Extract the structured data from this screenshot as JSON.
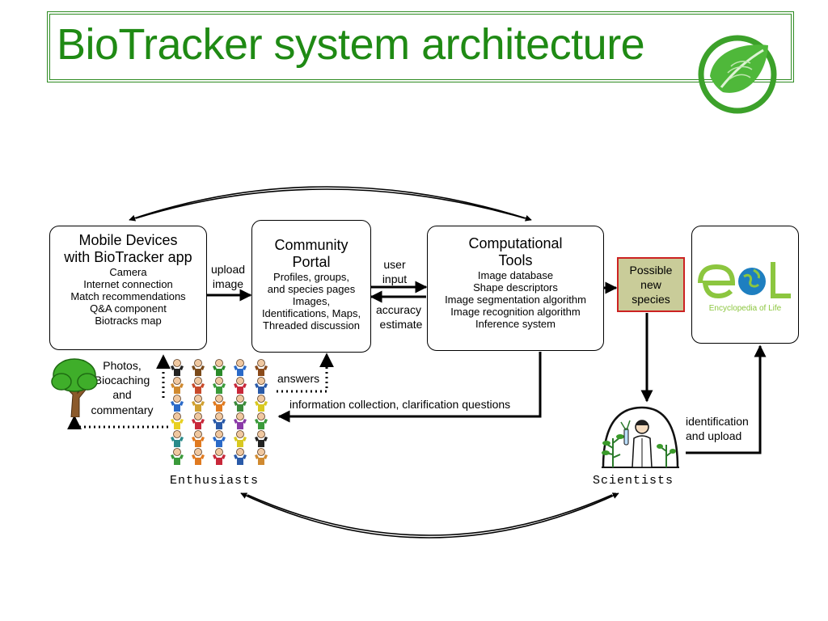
{
  "title": "BioTracker system architecture",
  "nodes": {
    "mobile": {
      "title_lines": [
        "Mobile Devices",
        "with BioTracker app"
      ],
      "items": [
        "Camera",
        "Internet connection",
        "Match recommendations",
        "Q&A component",
        "Biotracks map"
      ]
    },
    "portal": {
      "title_lines": [
        "Community",
        "Portal"
      ],
      "items": [
        "Profiles, groups,",
        "and species pages",
        "Images,",
        "Identifications, Maps,",
        "Threaded discussion"
      ]
    },
    "tools": {
      "title_lines": [
        "Computational",
        "Tools"
      ],
      "items": [
        "Image database",
        "Shape descriptors",
        "Image segmentation algorithm",
        "Image recognition algorithm",
        "Inference system"
      ]
    },
    "possible": [
      "Possible",
      "new",
      "species"
    ],
    "eol": {
      "logo_text": "eol",
      "subtitle": "Encyclopedia of Life"
    }
  },
  "edge_labels": {
    "upload_image": [
      "upload",
      "image"
    ],
    "user_input": [
      "user",
      "input"
    ],
    "accuracy_estimate": [
      "accuracy",
      "estimate"
    ],
    "answers": "answers",
    "info_collection": "information collection, clarification questions",
    "photos": [
      "Photos,",
      "Biocaching",
      "and",
      "commentary"
    ],
    "identification_upload": [
      "identification",
      "and upload"
    ]
  },
  "actors": {
    "enthusiasts": "Enthusiasts",
    "scientists": "Scientists"
  },
  "colors": {
    "title": "#1f8a14",
    "frame": "#2e8b22",
    "possible_fill": "#c9cc99",
    "possible_border": "#cc2222",
    "eol_green": "#8cc63f",
    "eol_blue": "#1e7fc0"
  }
}
